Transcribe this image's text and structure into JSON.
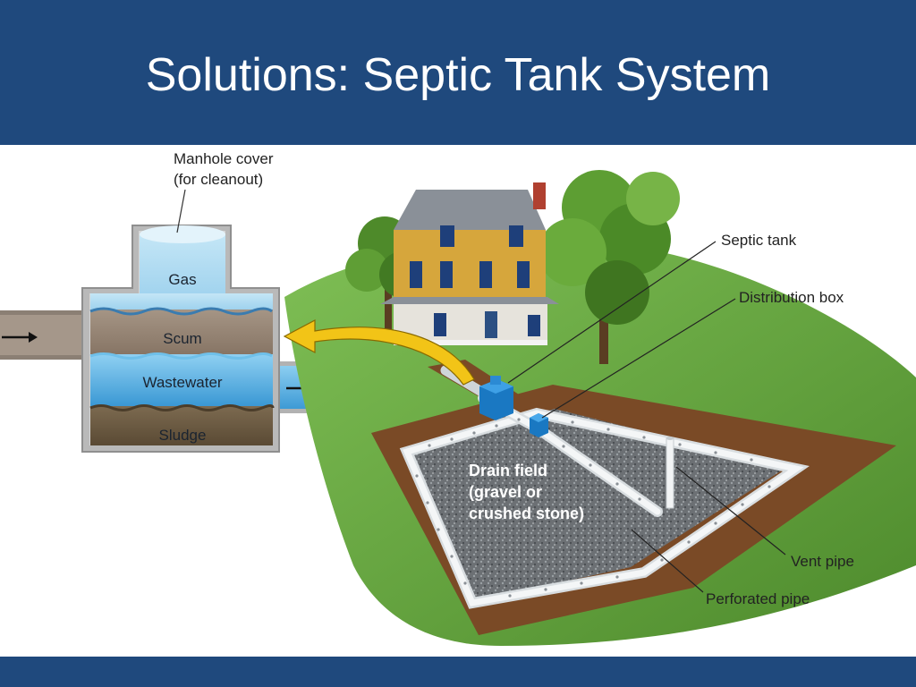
{
  "slide": {
    "title": "Solutions: Septic Tank System"
  },
  "tank_cross_section": {
    "manhole_label_line1": "Manhole cover",
    "manhole_label_line2": "(for cleanout)",
    "layers": {
      "gas": "Gas",
      "scum": "Scum",
      "wastewater": "Wastewater",
      "sludge": "Sludge"
    }
  },
  "system_labels": {
    "septic_tank": "Septic tank",
    "distribution_box": "Distribution box",
    "vent_pipe": "Vent pipe",
    "perforated_pipe": "Perforated pipe",
    "drain_field_line1": "Drain field",
    "drain_field_line2": "(gravel or",
    "drain_field_line3": "crushed stone)"
  },
  "colors": {
    "header": "#1f497d",
    "water": "#4aa8df",
    "scum": "#8a7a6a",
    "sludge": "#6a5a42",
    "grass": "#5f9e3a",
    "soil": "#7a4a26",
    "gravel": "#6e7276",
    "pipe": "#e8ecef",
    "arrow": "#f2c417"
  }
}
